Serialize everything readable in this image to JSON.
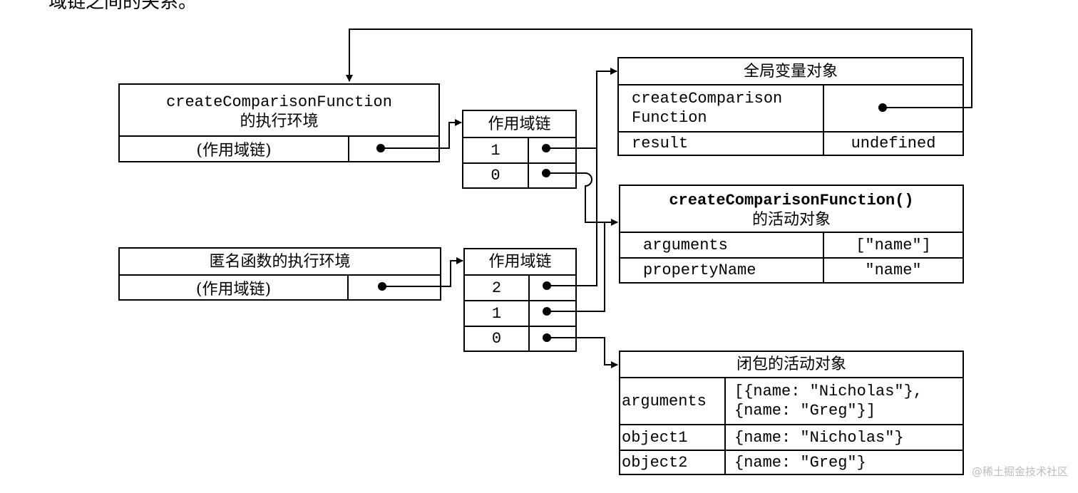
{
  "top_text": "域链之间的关系。",
  "watermark": "@稀土掘金技术社区",
  "outer_env": {
    "title_line1": "createComparisonFunction",
    "title_line2": "的执行环境",
    "chain_label": "(作用域链)"
  },
  "anon_env": {
    "title": "匿名函数的执行环境",
    "chain_label": "(作用域链)"
  },
  "scope_chain_1": {
    "title": "作用域链",
    "indices": [
      "1",
      "0"
    ]
  },
  "scope_chain_2": {
    "title": "作用域链",
    "indices": [
      "2",
      "1",
      "0"
    ]
  },
  "global_vo": {
    "title": "全局变量对象",
    "rows": [
      {
        "key_line1": "createComparison",
        "key_line2": "Function",
        "value": ""
      },
      {
        "key": "result",
        "value": "undefined"
      }
    ]
  },
  "outer_ao": {
    "title_line1": "createComparisonFunction()",
    "title_line2": "的活动对象",
    "rows": [
      {
        "key": "arguments",
        "value": "[\"name\"]"
      },
      {
        "key": "propertyName",
        "value": "\"name\""
      }
    ]
  },
  "closure_ao": {
    "title": "闭包的活动对象",
    "rows": [
      {
        "key": "arguments",
        "value_line1": "[{name: \"Nicholas\"},",
        "value_line2": "{name: \"Greg\"}]"
      },
      {
        "key": "object1",
        "value": "{name: \"Nicholas\"}"
      },
      {
        "key": "object2",
        "value": "{name: \"Greg\"}"
      }
    ]
  }
}
